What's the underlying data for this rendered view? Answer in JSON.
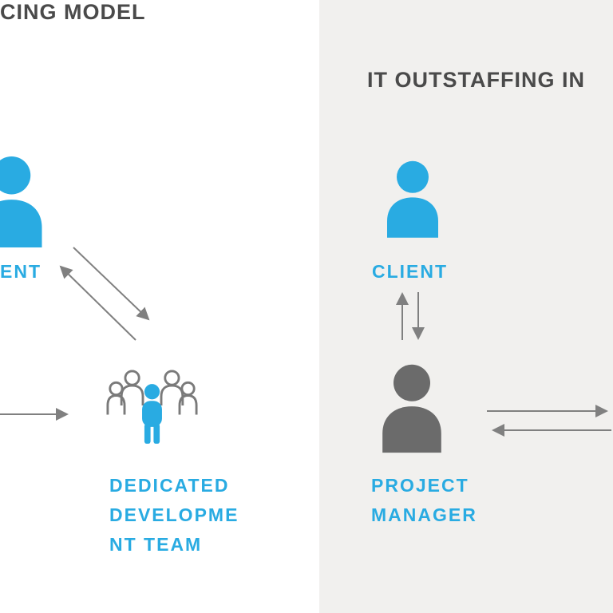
{
  "palette": {
    "blue": "#29abe2",
    "dark_text": "#4a4a4a",
    "gray_icon": "#6b6b6b",
    "arrow": "#808080",
    "right_panel_bg": "#f1f0ee",
    "left_panel_bg": "#ffffff"
  },
  "left_panel": {
    "title": "CING MODEL",
    "client_label": "ENT",
    "team_label": {
      "line1": "DEDICATED",
      "line2": "DEVELOPME",
      "line3": "NT TEAM"
    }
  },
  "right_panel": {
    "title": "IT OUTSTAFFING IN",
    "client_label": "CLIENT",
    "manager_label": {
      "line1": "PROJECT",
      "line2": "MANAGER"
    }
  }
}
